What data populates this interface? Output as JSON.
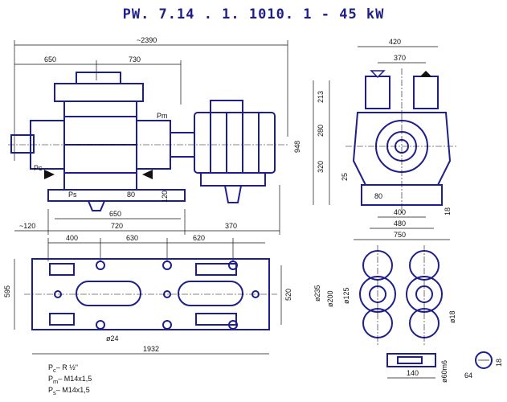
{
  "title": "PW. 7.14 . 1. 1010. 1 - 45 kW",
  "colors": {
    "outline": "#1e1e8c",
    "dimension": "#111111",
    "background": "#ffffff"
  },
  "side_view": {
    "overall": "~2390",
    "d650": "650",
    "d730": "730",
    "pm": "Pm",
    "pc": "Pc",
    "ps": "Ps",
    "d80": "80",
    "d120": "120",
    "d650b": "650",
    "d720": "720",
    "d370": "370",
    "d120b": "~120"
  },
  "end_view": {
    "d420": "420",
    "d370": "370",
    "d213": "213",
    "d280": "280",
    "d320": "320",
    "d25": "25",
    "d948": "948",
    "d80": "80",
    "d400": "400",
    "d480": "480",
    "d750": "750",
    "d18": "18"
  },
  "plan_view": {
    "d400": "400",
    "d630": "630",
    "d620": "620",
    "d595": "595",
    "d520": "520",
    "d24": "ø24",
    "d1932": "1932"
  },
  "flange_view": {
    "d235": "ø235",
    "d200": "ø200",
    "d125": "ø125",
    "d18": "ø18"
  },
  "shaft_view": {
    "d140": "140",
    "d60": "ø60m6",
    "d64": "64",
    "d18": "18"
  },
  "connections": [
    {
      "label": "P",
      "sub": "c",
      "spec": "– R ½\""
    },
    {
      "label": "P",
      "sub": "m",
      "spec": "– M14x1,5"
    },
    {
      "label": "P",
      "sub": "s",
      "spec": "– M14x1,5"
    }
  ]
}
